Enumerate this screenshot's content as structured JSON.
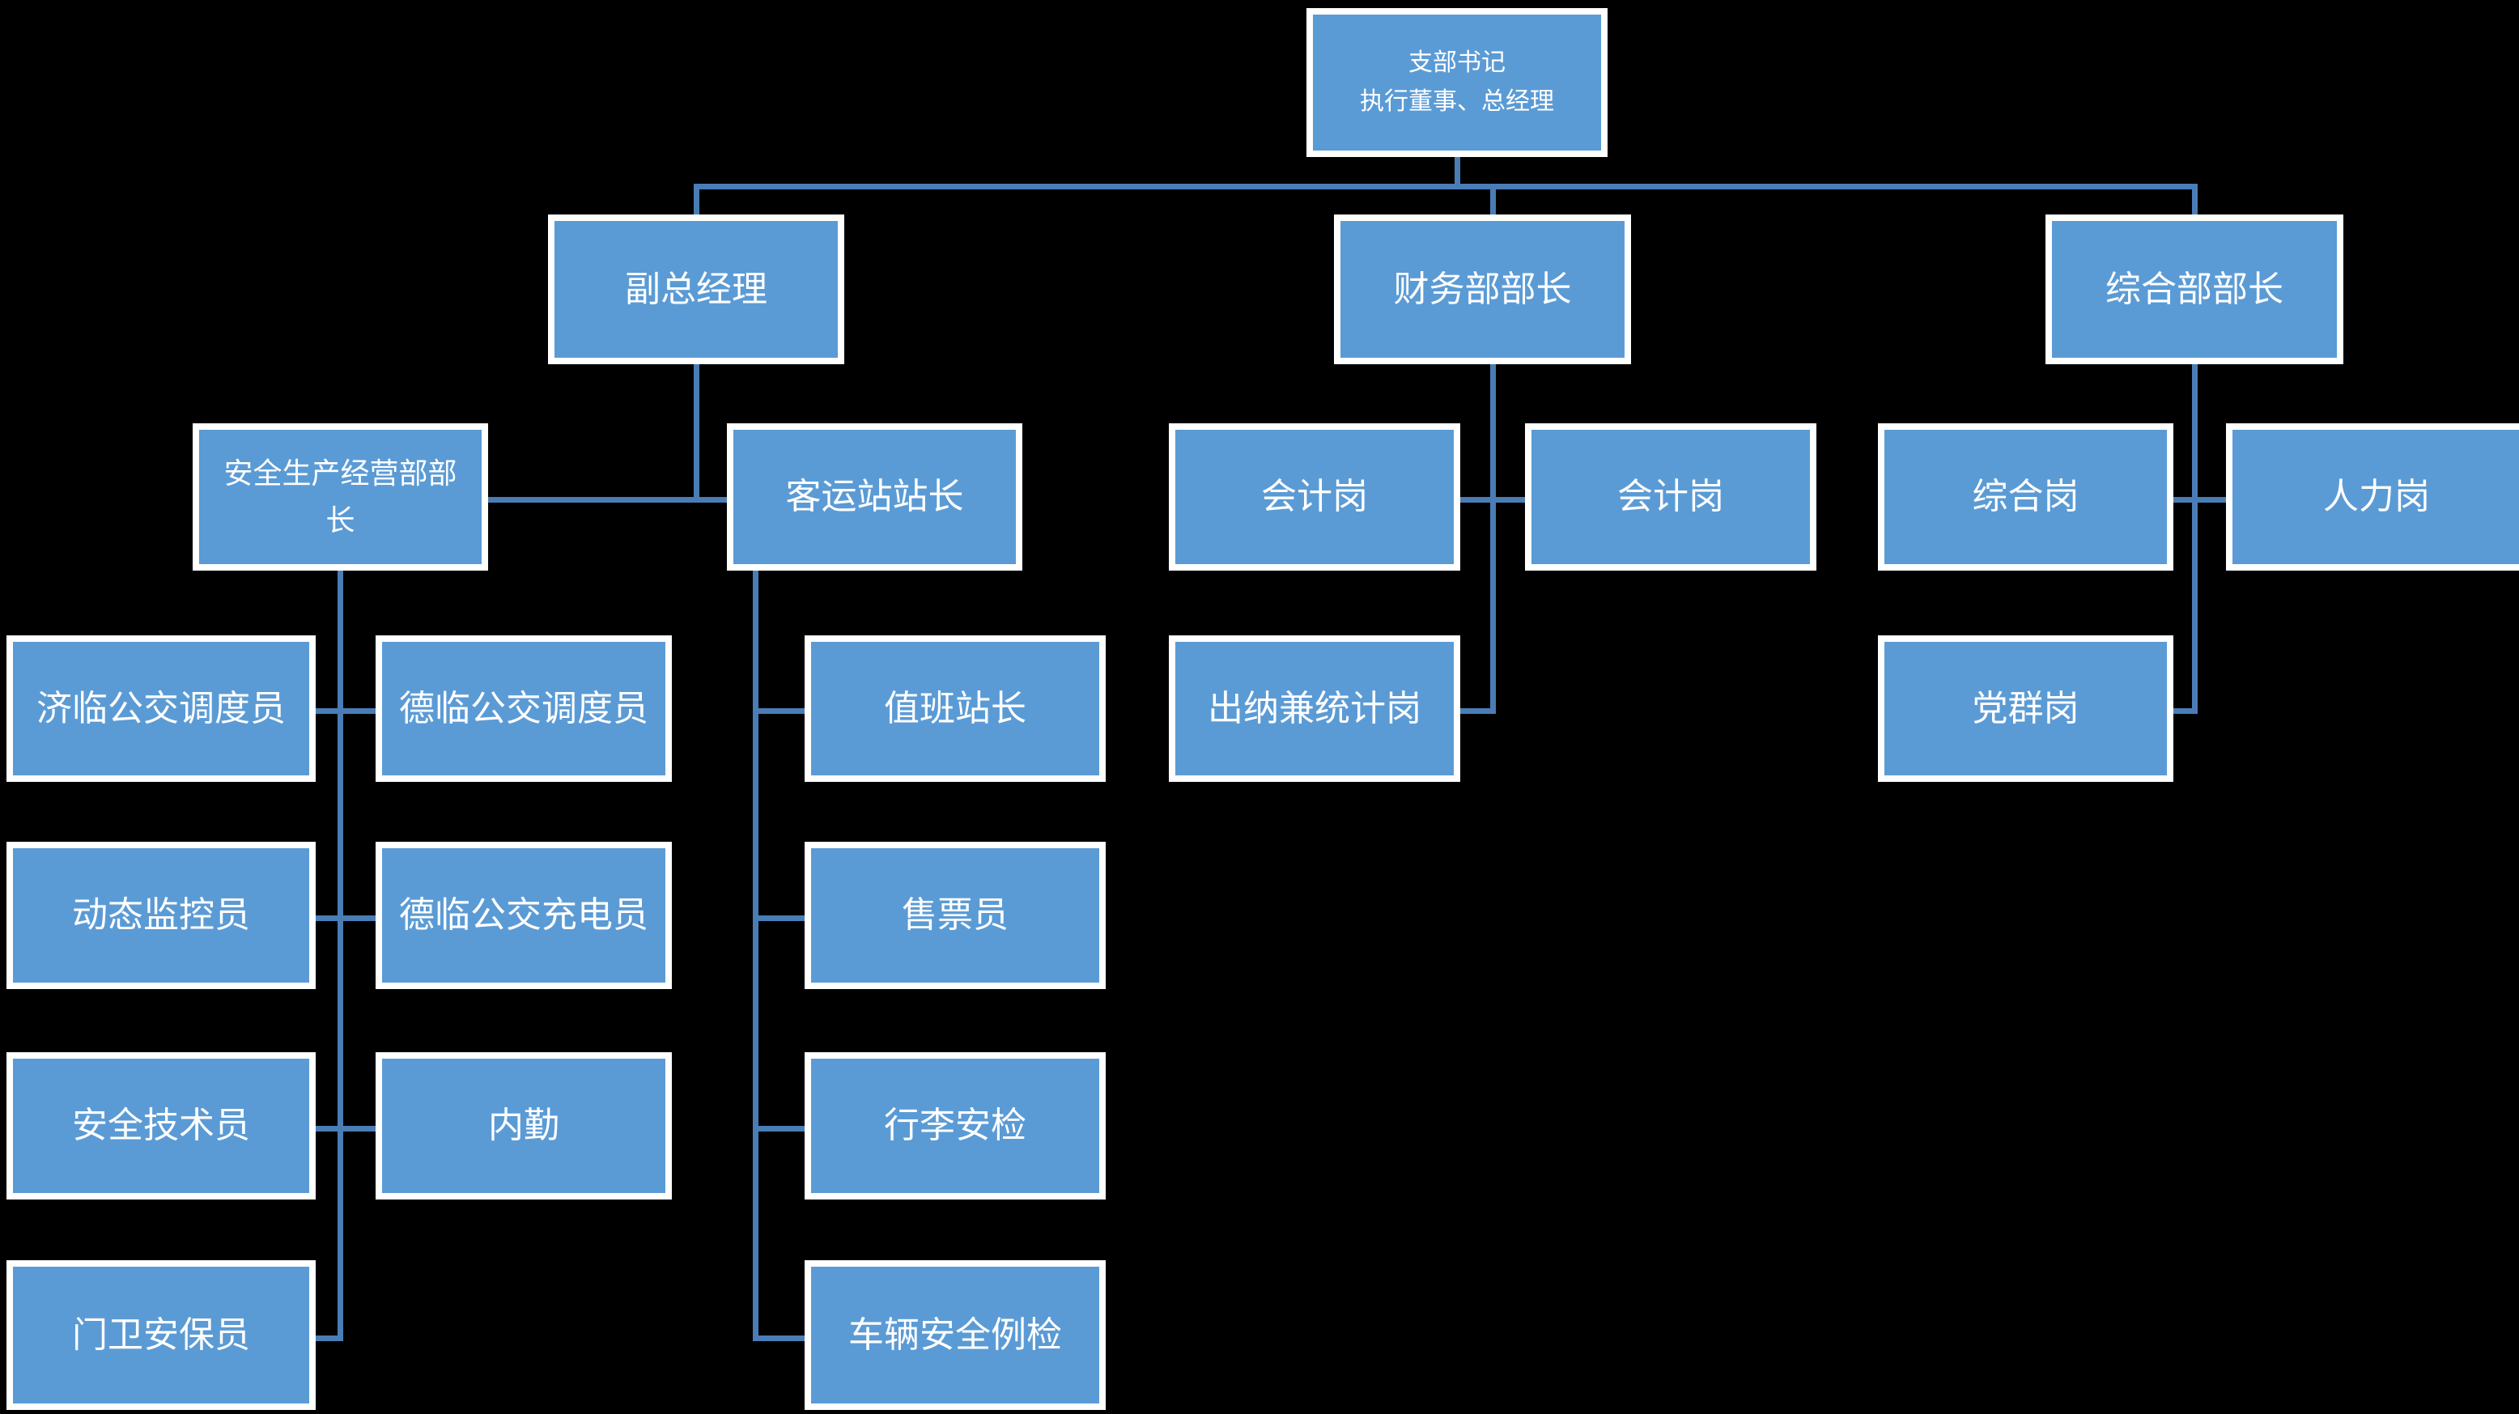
{
  "colors": {
    "background": "#000000",
    "node_fill": "#5B9BD5",
    "node_border": "#FFFFFF",
    "connector": "#4A7DB6",
    "text": "#FFFFFF"
  },
  "org": {
    "root": {
      "line1": "支部书记",
      "line2": "执行董事、总经理"
    },
    "management": {
      "deputy_gm": "副总经理",
      "finance_head": "财务部部长",
      "general_head": "综合部部长"
    },
    "safety_dept": {
      "head": "安全生产经营部部长",
      "left_children": [
        "济临公交调度员",
        "动态监控员",
        "安全技术员",
        "门卫安保员"
      ],
      "right_children": [
        "德临公交调度员",
        "德临公交充电员",
        "内勤"
      ]
    },
    "station": {
      "head": "客运站站长",
      "children": [
        "值班站长",
        "售票员",
        "行李安检",
        "车辆安全例检"
      ]
    },
    "finance": {
      "children": [
        "会计岗",
        "会计岗",
        "出纳兼统计岗"
      ]
    },
    "general": {
      "children": [
        "综合岗",
        "人力岗",
        "党群岗"
      ]
    }
  }
}
